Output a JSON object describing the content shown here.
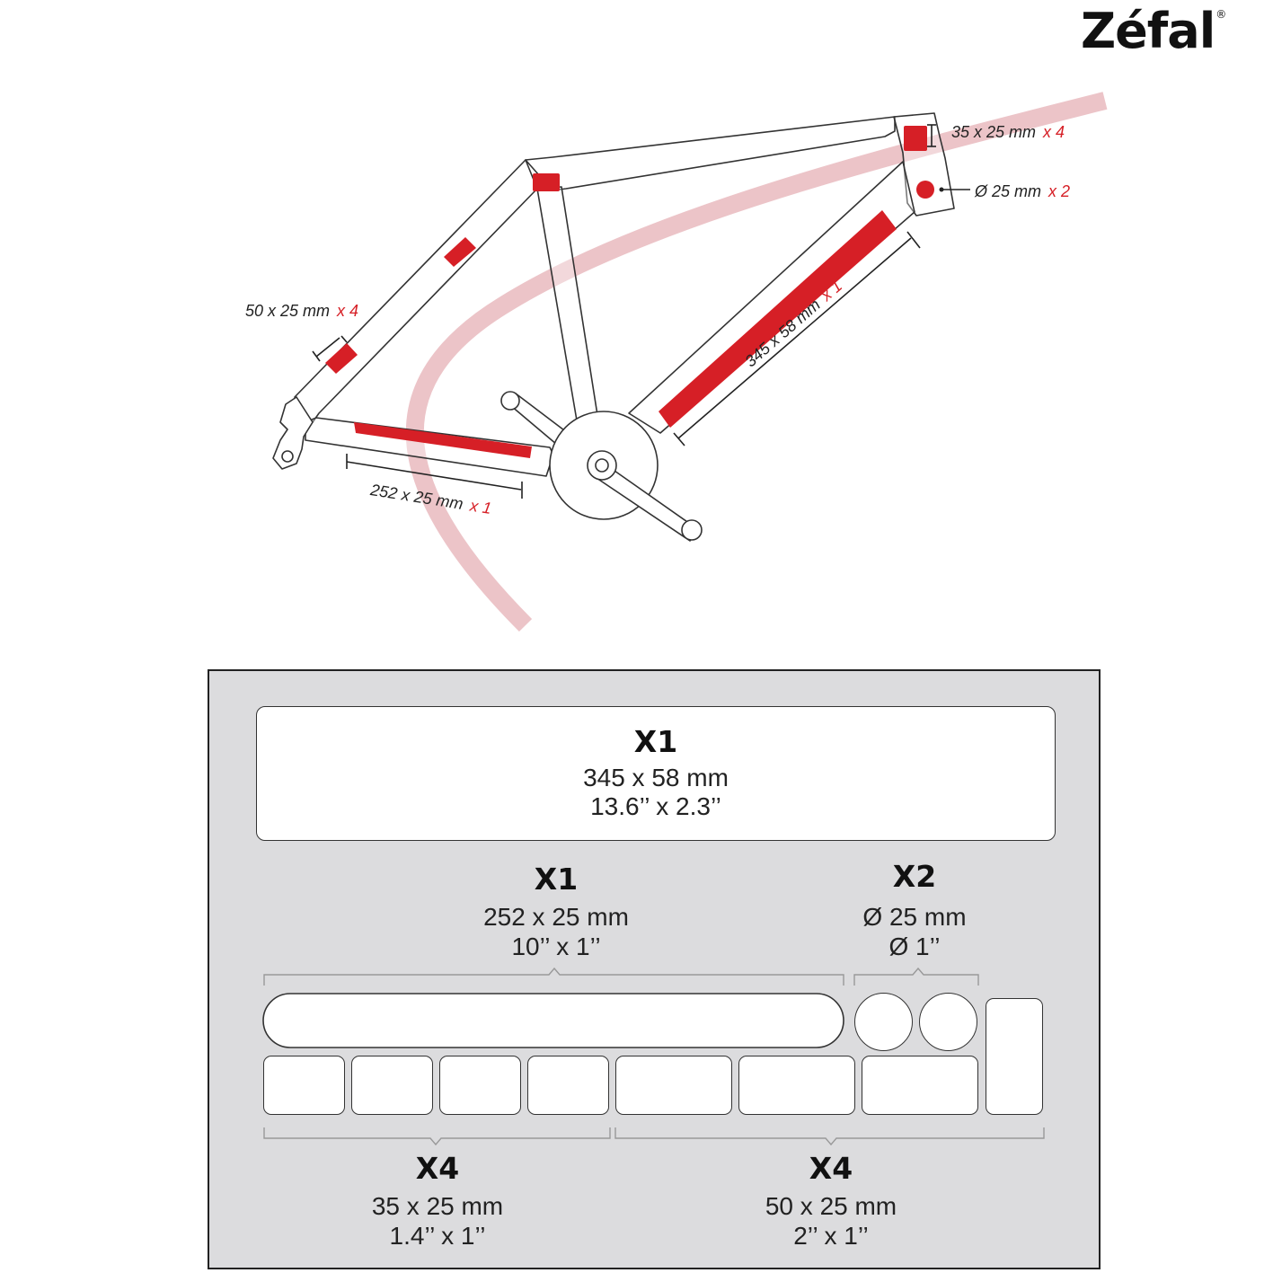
{
  "brand": {
    "name": "Zéfal",
    "registered": "®"
  },
  "frame_labels": {
    "head_rect": {
      "size": "35 x 25 mm",
      "qty": "x 4"
    },
    "head_dot": {
      "size": "Ø 25 mm",
      "qty": "x 2"
    },
    "seat_stay": {
      "size": "50 x 25 mm",
      "qty": "x 4"
    },
    "down_tube": {
      "size": "345 x 58 mm",
      "qty": "x 1"
    },
    "chain_stay": {
      "size": "252 x 25 mm",
      "qty": "x 1"
    }
  },
  "sheet": {
    "large": {
      "count": "X1",
      "metric": "345 x 58 mm",
      "imperial": "13.6’’ x 2.3’’"
    },
    "long": {
      "count": "X1",
      "metric": "252 x 25 mm",
      "imperial": "10’’ x 1’’"
    },
    "circles": {
      "count": "X2",
      "metric": "Ø 25 mm",
      "imperial": "Ø 1’’"
    },
    "small": {
      "count": "X4",
      "metric": "35 x 25 mm",
      "imperial": "1.4’’ x 1’’"
    },
    "medium": {
      "count": "X4",
      "metric": "50 x 25 mm",
      "imperial": "2’’ x 1’’"
    }
  },
  "colors": {
    "accent": "#d61f26",
    "cable": "#ecc4c8",
    "panel": "#dcdcde"
  }
}
